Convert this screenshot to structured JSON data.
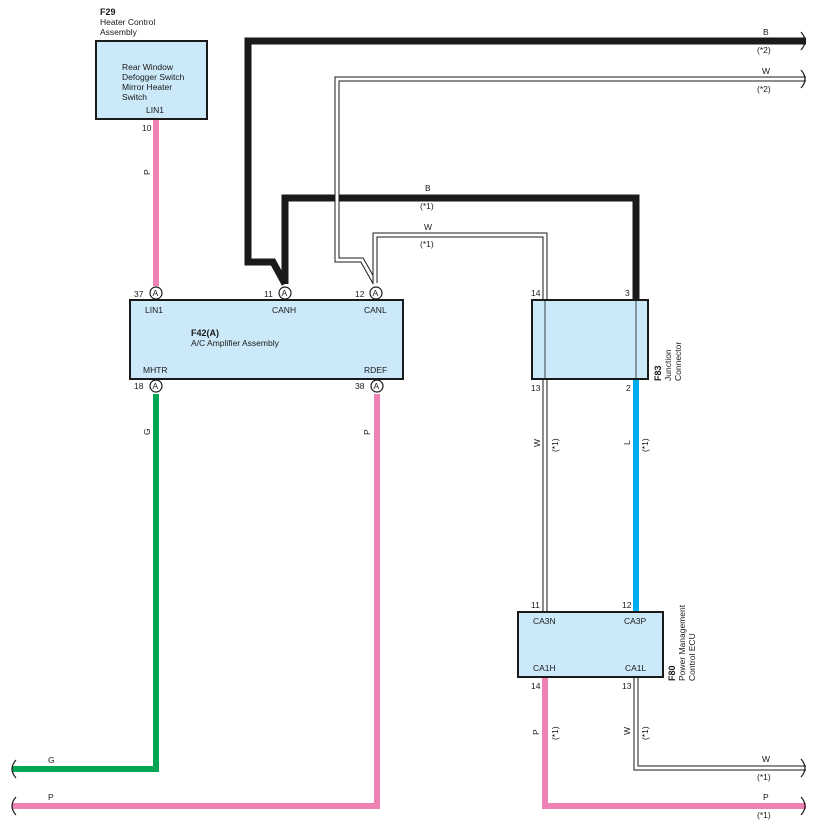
{
  "f29": {
    "code": "F29",
    "name_line1": "Heater Control",
    "name_line2": "Assembly",
    "box_line1": "Rear Window",
    "box_line2": "Defogger Switch",
    "box_line3": "Mirror Heater",
    "box_line4": "Switch",
    "pin_label": "LIN1",
    "pin_number": "10"
  },
  "f42": {
    "code": "F42(A)",
    "name": "A/C Amplifier Assembly",
    "connector_letter": "A",
    "pins": {
      "lin1_label": "LIN1",
      "lin1_number": "37",
      "canh_label": "CANH",
      "canh_number": "11",
      "canl_label": "CANL",
      "canl_number": "12",
      "mhtr_label": "MHTR",
      "mhtr_number": "18",
      "rdef_label": "RDEF",
      "rdef_number": "38"
    }
  },
  "f83": {
    "code": "F83",
    "name_line1": "Junction",
    "name_line2": "Connector",
    "pins": {
      "top_left": "14",
      "top_right": "3",
      "bottom_left": "13",
      "bottom_right": "2"
    }
  },
  "f80": {
    "code": "F80",
    "name_line1": "Power Management",
    "name_line2": "Control ECU",
    "pins": {
      "ca3n_label": "CA3N",
      "ca3n_number": "11",
      "ca3p_label": "CA3P",
      "ca3p_number": "12",
      "ca1h_label": "CA1H",
      "ca1h_number": "14",
      "ca1l_label": "CA1L",
      "ca1l_number": "13"
    }
  },
  "wires": {
    "lin_color": "P",
    "mhtr_color": "G",
    "rdef_color": "P",
    "canh_top_color": "B",
    "canh_top_note": "(*2)",
    "canl_top_color": "W",
    "canl_top_note": "(*2)",
    "canh_mid_color": "B",
    "canh_mid_note": "(*1)",
    "canl_mid_color": "W",
    "canl_mid_note": "(*1)",
    "junction_w_color": "W",
    "junction_w_note": "(*1)",
    "junction_l_color": "L",
    "junction_l_note": "(*1)",
    "ca1h_color": "P",
    "ca1h_note": "(*1)",
    "ca1l_color": "W",
    "ca1l_note": "(*1)",
    "bottom_w_color": "W",
    "bottom_w_note": "(*1)",
    "bottom_p_color": "P",
    "bottom_p_note": "(*1)",
    "left_g_color": "G",
    "left_p_color": "P"
  },
  "colors": {
    "box_fill": "#cbe9f8",
    "pink": "#ee82b4",
    "green": "#00a651",
    "blue": "#00aeef",
    "black": "#1a1a1a"
  }
}
